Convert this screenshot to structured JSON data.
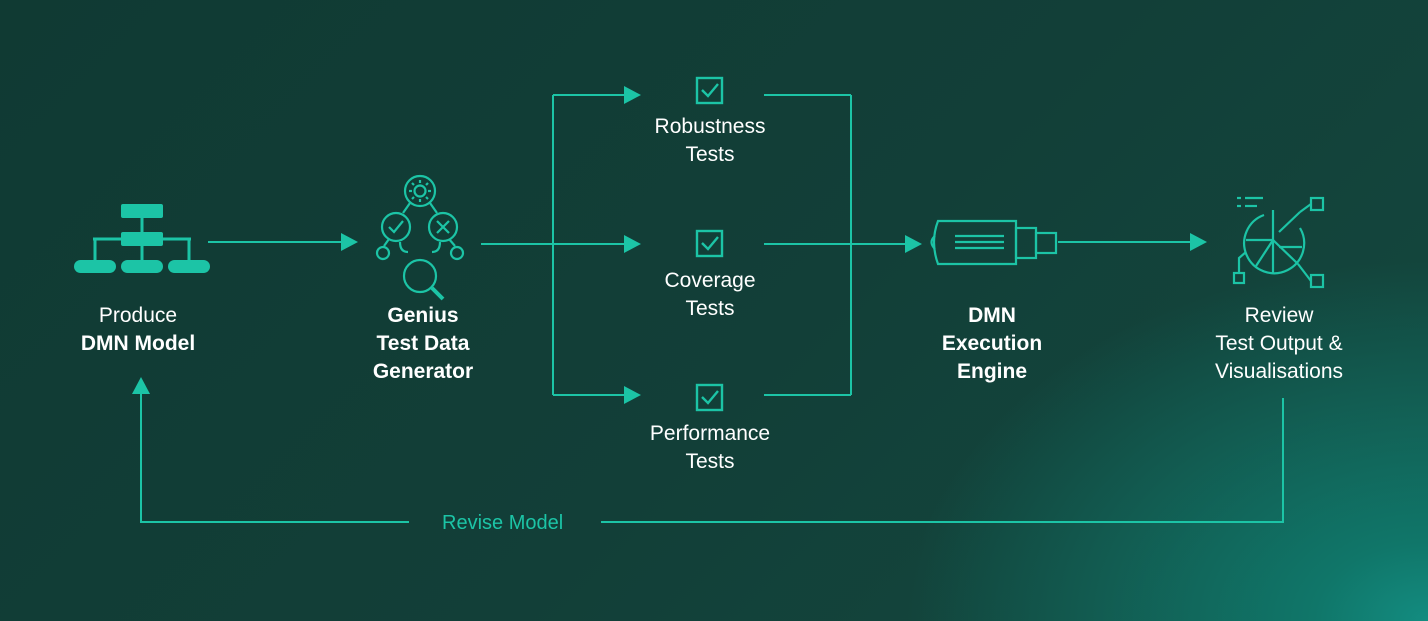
{
  "colors": {
    "accent": "#1cc4a6",
    "text": "#ffffff",
    "background": "#123f38"
  },
  "nodes": {
    "produce": {
      "line1": "Produce",
      "line2": "DMN Model",
      "icon": "org-chart-icon"
    },
    "genius": {
      "line1": "Genius",
      "line2": "Test Data",
      "line3": "Generator",
      "icon": "decision-tree-search-icon"
    },
    "robustness": {
      "line1": "Robustness",
      "line2": "Tests",
      "icon": "checkbox-icon"
    },
    "coverage": {
      "line1": "Coverage",
      "line2": "Tests",
      "icon": "checkbox-icon"
    },
    "performance": {
      "line1": "Performance",
      "line2": "Tests",
      "icon": "checkbox-icon"
    },
    "engine": {
      "line1": "DMN",
      "line2": "Execution",
      "line3": "Engine",
      "icon": "engine-icon"
    },
    "review": {
      "line1": "Review",
      "line2": "Test Output &",
      "line3": "Visualisations",
      "icon": "chart-network-icon"
    }
  },
  "feedback_label": "Revise Model"
}
